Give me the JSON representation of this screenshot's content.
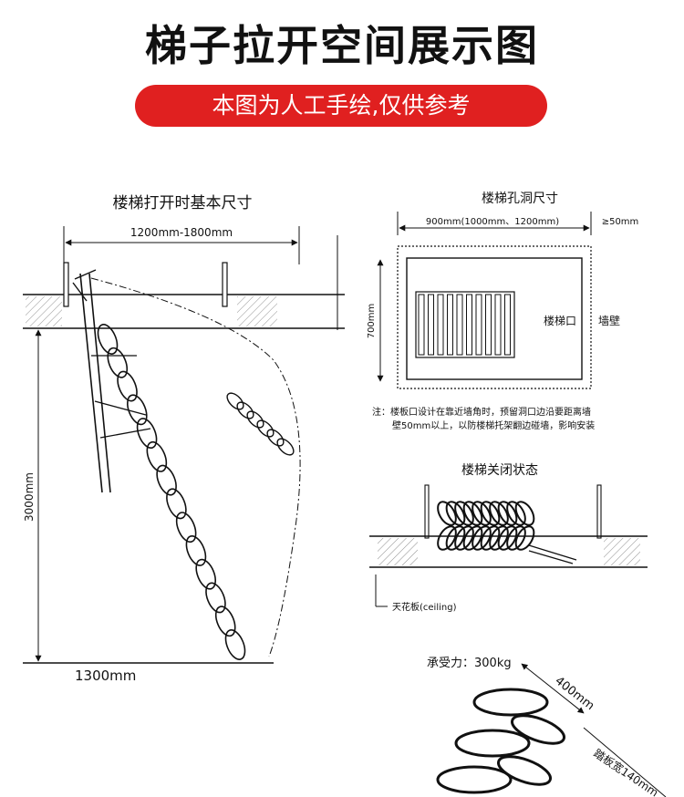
{
  "header": {
    "title": "梯子拉开空间展示图",
    "subtitle": "本图为人工手绘,仅供参考",
    "subtitle_bg": "#e02020"
  },
  "open_view": {
    "heading": "楼梯打开时基本尺寸",
    "width_dim": "1200mm-1800mm",
    "height_dim": "3000mm",
    "base_dim": "1300mm"
  },
  "hole_view": {
    "heading": "楼梯孔洞尺寸",
    "width_dim": "900mm(1000mm、1200mm)",
    "gap_dim": "≥50mm",
    "height_dim": "700mm",
    "opening_label": "楼梯口",
    "wall_label": "墙壁",
    "note_line1": "注：楼板口设计在靠近墙角时，预留洞口边沿要距离墙",
    "note_line2": "壁50mm以上，以防楼梯托架翻边碰墙，影响安装"
  },
  "closed_view": {
    "heading": "楼梯关闭状态",
    "ceiling_label": "天花板(ceiling)"
  },
  "detail_view": {
    "load_label": "承受力：300kg",
    "step_width": "400mm",
    "tread_label": "踏板宽140mm"
  }
}
